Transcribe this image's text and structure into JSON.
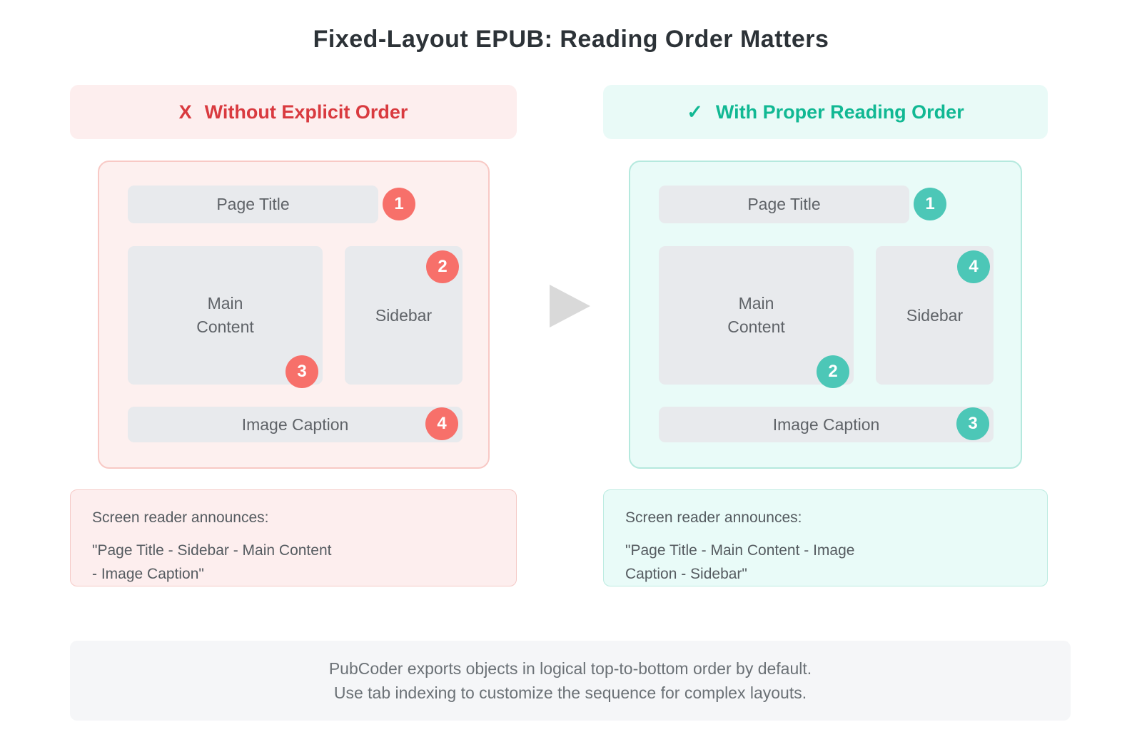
{
  "title": "Fixed-Layout EPUB: Reading Order Matters",
  "colors": {
    "bad_accent": "#d93a3f",
    "bad_badge": "#f7706a",
    "bad_bg": "#fdeeee",
    "bad_border": "#f8c9c5",
    "good_accent": "#11b893",
    "good_badge": "#4cc7b7",
    "good_bg": "#e9fbf8",
    "good_border": "#b5e9de",
    "block_bg": "#e8eaed",
    "block_text": "#5f6368",
    "arrow": "#d9d9d9"
  },
  "bad_panel": {
    "header_icon": "X",
    "header_label": "Without Explicit Order",
    "wireframe": {
      "page_title": {
        "label": "Page Title",
        "badge": "1"
      },
      "main_content": {
        "label": "Main\nContent",
        "badge": "3"
      },
      "sidebar": {
        "label": "Sidebar",
        "badge": "2"
      },
      "image_caption": {
        "label": "Image Caption",
        "badge": "4"
      }
    },
    "screen_reader": {
      "heading": "Screen reader announces:",
      "line1": "\"Page Title - Sidebar - Main Content",
      "line2": "- Image Caption\""
    }
  },
  "good_panel": {
    "header_icon": "✓",
    "header_label": "With Proper Reading Order",
    "wireframe": {
      "page_title": {
        "label": "Page Title",
        "badge": "1"
      },
      "main_content": {
        "label": "Main\nContent",
        "badge": "2"
      },
      "sidebar": {
        "label": "Sidebar",
        "badge": "4"
      },
      "image_caption": {
        "label": "Image Caption",
        "badge": "3"
      }
    },
    "screen_reader": {
      "heading": "Screen reader announces:",
      "line1": "\"Page Title - Main Content - Image",
      "line2": "Caption - Sidebar\""
    }
  },
  "footer": {
    "line1": "PubCoder exports objects in logical top-to-bottom order by default.",
    "line2": "Use tab indexing to customize the sequence for complex layouts."
  }
}
